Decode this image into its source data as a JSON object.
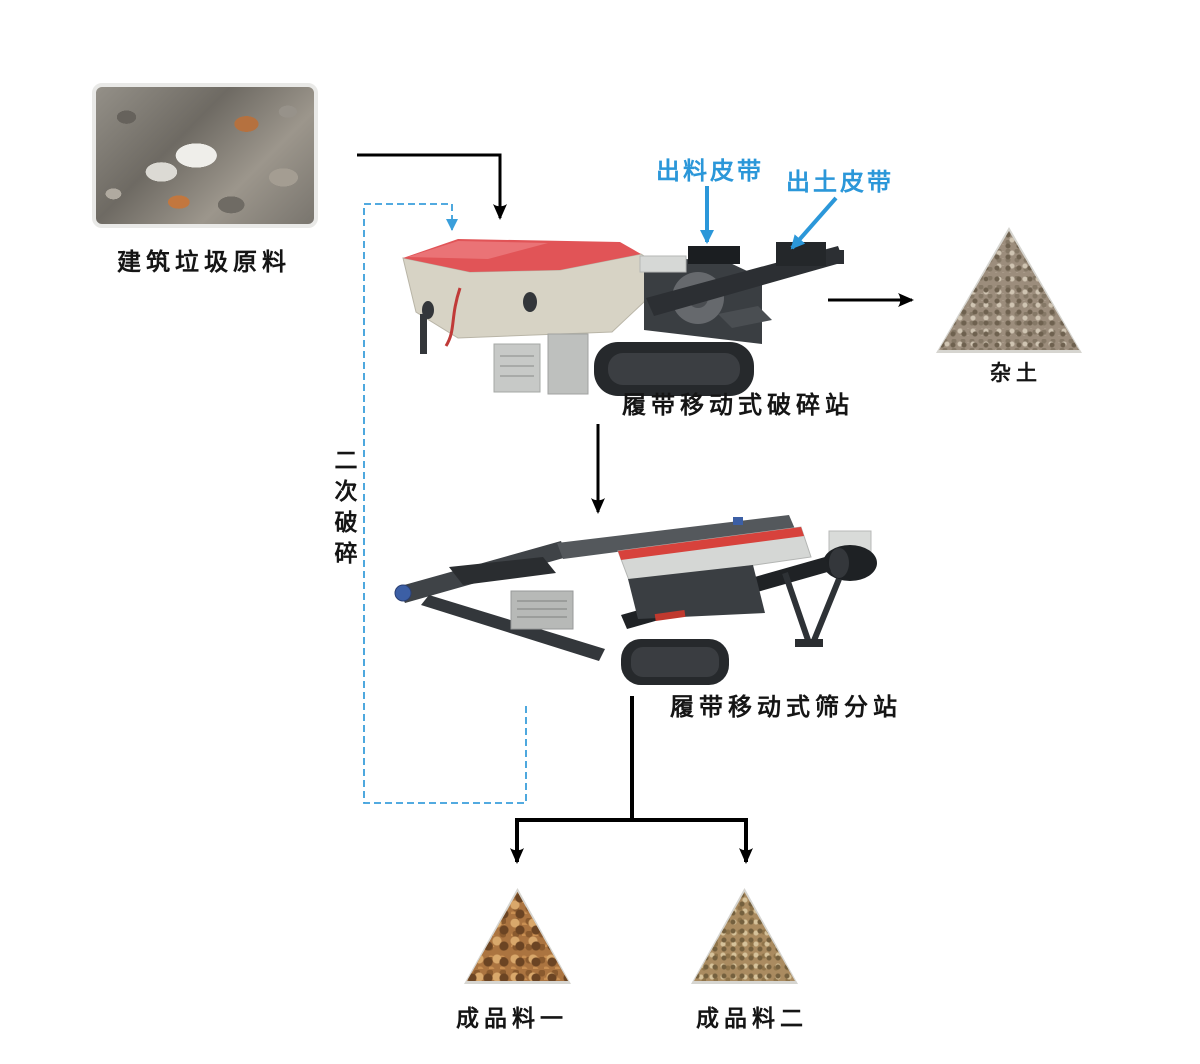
{
  "flow": {
    "source": {
      "label": "建筑垃圾原料"
    },
    "crusher": {
      "label": "履带移动式破碎站"
    },
    "screener": {
      "label": "履带移动式筛分站"
    },
    "outputs": {
      "waste_soil": {
        "label": "杂土"
      },
      "product_one": {
        "label": "成品料一"
      },
      "product_two": {
        "label": "成品料二"
      }
    },
    "callouts": {
      "discharge_belt": {
        "label": "出料皮带"
      },
      "soil_belt": {
        "label": "出土皮带"
      },
      "secondary_crush": {
        "label": "二次破碎"
      }
    },
    "colors": {
      "callout_blue": "#2b97d9",
      "loop_blue": "#3a9fdb",
      "arrow_black": "#000000",
      "hopper_red": "#e15457",
      "screen_stripe_red": "#d7423c"
    }
  }
}
